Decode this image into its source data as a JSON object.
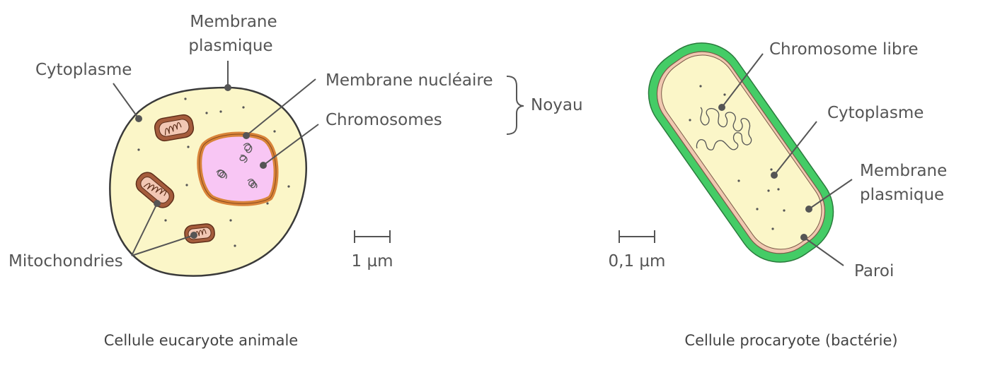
{
  "eukaryote": {
    "caption": "Cellule eucaryote animale",
    "labels": {
      "membrane_line1": "Membrane",
      "membrane_line2": "plasmique",
      "cytoplasme": "Cytoplasme",
      "membrane_nucleaire": "Membrane nucléaire",
      "chromosomes": "Chromosomes",
      "noyau": "Noyau",
      "mitochondries": "Mitochondries"
    },
    "scale_bar": "1 µm"
  },
  "prokaryote": {
    "caption": "Cellule procaryote (bactérie)",
    "labels": {
      "chromosome_libre": "Chromosome libre",
      "cytoplasme": "Cytoplasme",
      "membrane_line1": "Membrane",
      "membrane_line2": "plasmique",
      "paroi": "Paroi"
    },
    "scale_bar": "0,1 µm"
  },
  "colors": {
    "cytoplasm": "#fbf6c8",
    "cell_outline": "#3a3a3a",
    "nucleus_fill": "#f8c6f4",
    "nuclear_envelope": "#d9843a",
    "mitochondria_outer": "#a55c3c",
    "mitochondria_inner": "#f2c7b4",
    "bacterial_wall": "#44cc66",
    "plasma_membrane_bacteria": "#f0c8b0",
    "label_text": "#555555"
  }
}
